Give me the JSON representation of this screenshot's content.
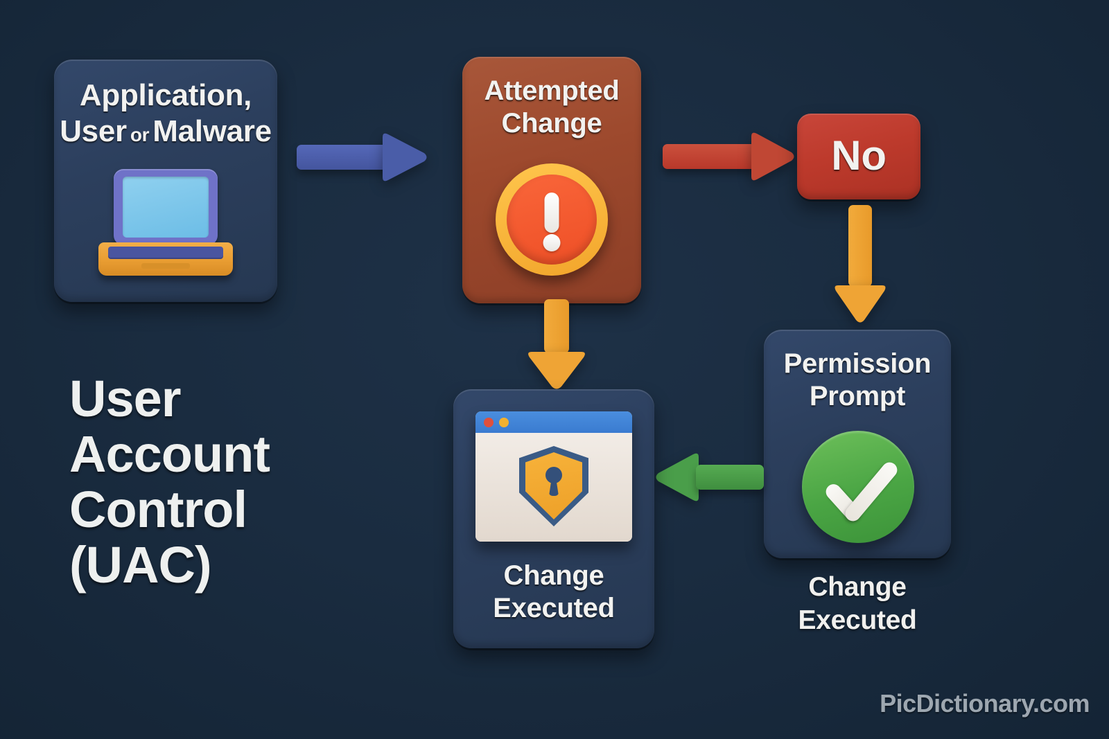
{
  "diagram": {
    "headline": "User\nAccount\nControl\n(UAC)",
    "headline_lines": [
      "User",
      "Account",
      "Control",
      "(UAC)"
    ],
    "watermark": "PicDictionary.com",
    "background_color": "#1a2c40",
    "nodes": [
      {
        "id": "source",
        "label_lines": [
          "Application,",
          "User or Malware"
        ],
        "label_line1": "Application,",
        "label_line2_a": "User",
        "label_line2_b": "or",
        "label_line2_c": "Malware",
        "icon": "laptop-icon",
        "color": "#2c3f5d"
      },
      {
        "id": "attempted-change",
        "label_lines": [
          "Attempted",
          "Change"
        ],
        "label_line1": "Attempted",
        "label_line2": "Change",
        "icon": "warning-exclamation-icon",
        "color": "#9d492d"
      },
      {
        "id": "no",
        "label_line1": "No",
        "color": "#bd3a2c"
      },
      {
        "id": "permission-prompt",
        "label_lines": [
          "Permission",
          "Prompt"
        ],
        "label_line1": "Permission",
        "label_line2": "Prompt",
        "icon": "green-check-icon",
        "color": "#2c3f5d"
      },
      {
        "id": "change-executed-center",
        "label_lines": [
          "Change",
          "Executed"
        ],
        "label_line1": "Change",
        "label_line2": "Executed",
        "icon": "window-shield-lock-icon",
        "color": "#2c3f5d"
      }
    ],
    "captions": {
      "right_outcome_line1": "Change",
      "right_outcome_line2": "Executed"
    },
    "arrows": [
      {
        "id": "source-to-attempted",
        "direction": "right",
        "color": "#4a5da8"
      },
      {
        "id": "attempted-to-no",
        "direction": "right",
        "color": "#c04734"
      },
      {
        "id": "no-to-permission",
        "direction": "down",
        "color": "#efa435"
      },
      {
        "id": "attempted-to-executed",
        "direction": "down",
        "color": "#efa435"
      },
      {
        "id": "permission-to-executed",
        "direction": "left",
        "color": "#4a9e4a"
      }
    ]
  }
}
